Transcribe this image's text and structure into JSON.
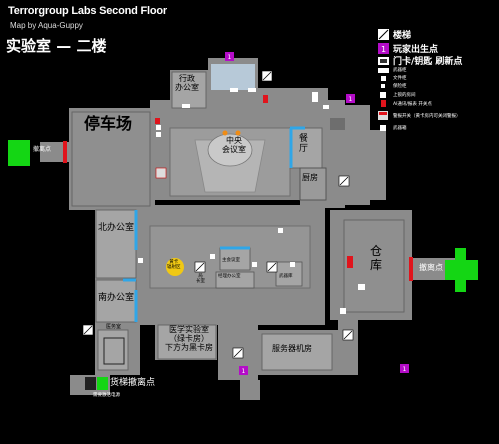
{
  "header": {
    "title": "Terrorgroup Labs Second Floor",
    "subtitle": "Map by Aqua-Guppy",
    "floor_name": "实验室 — 二楼"
  },
  "legend": {
    "stairs": "楼梯",
    "player_spawn": "玩家出生点",
    "keycard_refresh": "门卡/钥匙 刷新点",
    "weapon_cabinet": "武器柜",
    "file_cabinet": "文件柜",
    "safe": "保险柜",
    "upper_lower": "上锁的房间",
    "alarm_switch": "AI通讯/报表 开关点",
    "alarm_panel": "警报开关（黄卡房内可关闭警报）",
    "weapon_rack": "武器箱",
    "spawn_marker": "1"
  },
  "rooms": {
    "parking": "停车场",
    "admin": "行政\n办公室",
    "central": "中央\n会议室",
    "canteen": "餐\n厅",
    "kitchen": "厨房",
    "north_office": "北办公室",
    "south_office": "南办公室",
    "warehouse": "仓\n库",
    "medical": "医学实验室\n（绿卡房）\n下方为黑卡房",
    "server": "服务器机房",
    "clinic": "医务室",
    "meeting": "主会议室",
    "manager": "经理办公室",
    "weapons": "武器库",
    "director": "局\n长室",
    "yellow_room": "黄卡\n辐射区"
  },
  "extracts": {
    "west": "撤离点",
    "east": "撤离点",
    "freight": "货梯撤离点",
    "freight_note": "需要激活电源"
  },
  "colors": {
    "floor": "#8b8b8b",
    "room": "#a5a5a5",
    "dark_room": "#6e6e6e",
    "wall": "#555555",
    "door_blue": "#2fa6e8",
    "door_red": "#e0141c",
    "extract_green": "#14d614",
    "spawn_purple": "#b40cc8",
    "keycard_yellow": "#f0c814"
  },
  "icons": [
    "stairs-icon",
    "spawn-icon",
    "keycard-icon",
    "weapon-cabinet-icon",
    "file-cabinet-icon",
    "safe-icon",
    "lock-icon",
    "alarm-icon",
    "panel-icon",
    "weapon-rack-icon"
  ]
}
